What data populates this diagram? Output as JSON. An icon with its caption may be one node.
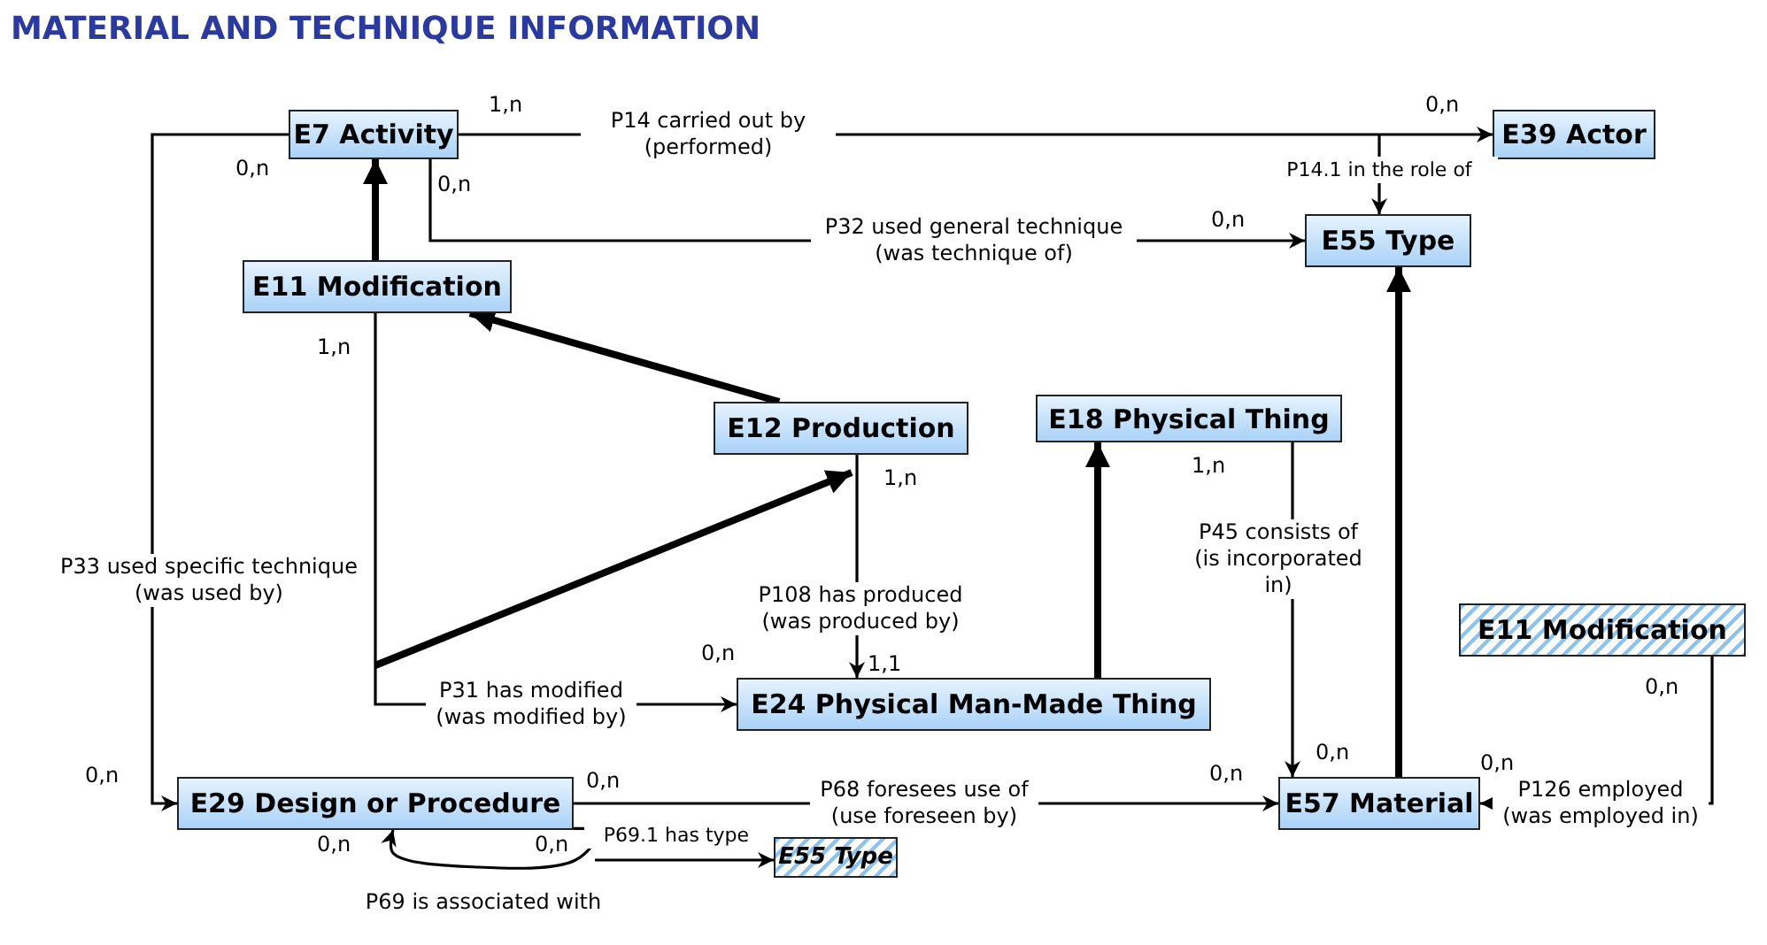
{
  "diagram": {
    "title": "MATERIAL AND TECHNIQUE INFORMATION",
    "nodes": [
      {
        "text": [
          "E7 Activity"
        ]
      },
      {
        "text": [
          "E39 Actor"
        ]
      },
      {
        "text": [
          "E55 Type"
        ]
      },
      {
        "text": [
          "E11 Modification"
        ]
      },
      {
        "text": [
          "E12 Production"
        ]
      },
      {
        "text": [
          "E18 Physical Thing"
        ]
      },
      {
        "text": [
          "E11 Modification"
        ]
      },
      {
        "text": [
          "E24 Physical Man-Made Thing"
        ]
      },
      {
        "text": [
          "E29 Design or Procedure"
        ]
      },
      {
        "text": [
          "E57 Material"
        ]
      },
      {
        "text": [
          "E55 Type"
        ]
      }
    ],
    "edges": [
      {
        "from": 0,
        "to": 1,
        "arrow": "to",
        "label": "P14 carried out by (performed)"
      },
      {
        "from": null,
        "to": 2,
        "arrow": "to",
        "label": "P14.1 in the role of"
      },
      {
        "from": 0,
        "to": 2,
        "arrow": "to",
        "label": "P32 used general technique (was technique of)"
      },
      {
        "from": 3,
        "to": 0,
        "arrow": "to",
        "style": "thick"
      },
      {
        "from": 4,
        "to": 3,
        "arrow": "to",
        "style": "thick"
      },
      {
        "from": 3,
        "to": 7,
        "arrow": "to",
        "label": "P31 has modified (was modified by)"
      },
      {
        "from": 4,
        "to": 7,
        "arrow": "to",
        "label": "P108 has produced (was produced by)"
      },
      {
        "from": 7,
        "to": 5,
        "arrow": "to",
        "style": "thick"
      },
      {
        "from": 5,
        "to": 9,
        "arrow": "to",
        "label": "P45 consists of (is incorporated in)"
      },
      {
        "from": 9,
        "to": 2,
        "arrow": "to",
        "style": "thick"
      },
      {
        "from": 6,
        "to": 9,
        "arrow": "to",
        "label": "P126 employed (was employed in)"
      },
      {
        "from": 0,
        "to": 8,
        "arrow": "to",
        "label": "P33 used specific technique (was used by)"
      },
      {
        "from": 8,
        "to": 9,
        "arrow": "to",
        "label": "P68 foresees use of (use foreseen by)"
      },
      {
        "from": 8,
        "to": 8,
        "arrow": "to",
        "label": "P69 is associated with"
      },
      {
        "from": null,
        "to": 10,
        "arrow": "to",
        "label": "P69.1 has type"
      }
    ],
    "labels": [
      "1,n",
      "0,n",
      "0,n",
      "0,n",
      "0,n",
      "1,n",
      "1,n",
      "1,n",
      "0,n",
      "1,1",
      "0,n",
      "0,n",
      "0,n",
      "0,n",
      "0,n",
      "0,n",
      "0,n",
      "0,n"
    ]
  }
}
